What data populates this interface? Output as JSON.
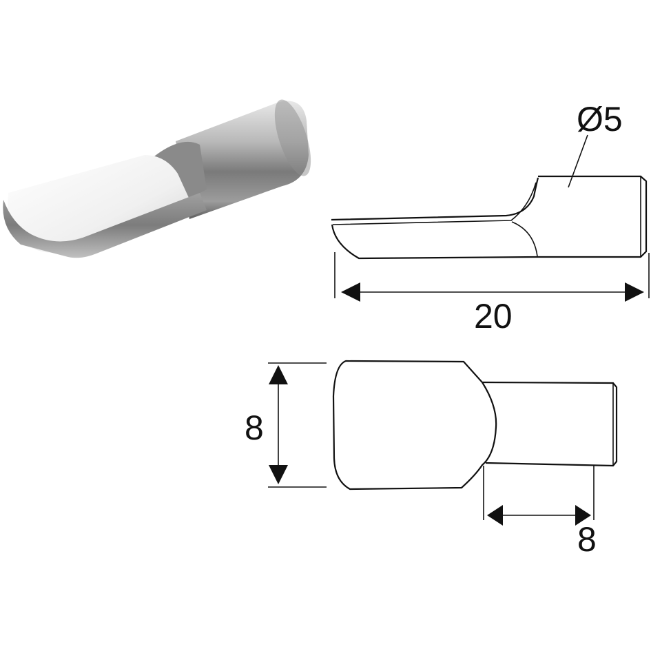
{
  "photo": {
    "subject": "metal shelf support pin (spoon type)",
    "colors": {
      "light": "#f2f2f2",
      "mid": "#b5b5b5",
      "dark": "#5a5a5a"
    }
  },
  "side_view": {
    "diameter_label": "Ø5",
    "length_label": "20"
  },
  "top_view": {
    "width_label": "8",
    "pin_length_label": "8"
  },
  "colors": {
    "line": "#111111",
    "background": "#ffffff"
  }
}
